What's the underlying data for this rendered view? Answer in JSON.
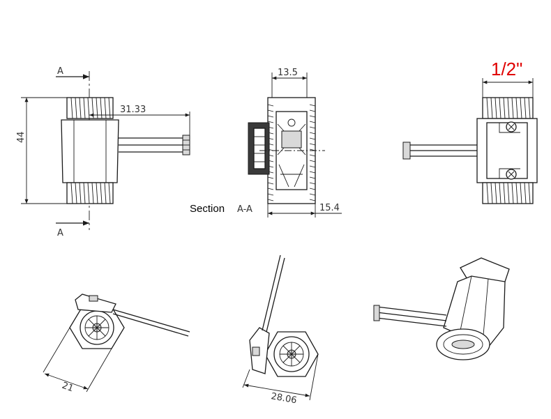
{
  "labels": {
    "section_mark_top": "A",
    "section_mark_bottom": "A",
    "dim_height": "44",
    "dim_wire_offset": "31.33",
    "dim_section_top": "13.5",
    "section_caption_word": "Section",
    "section_caption_id": "A-A",
    "dim_section_bottom": "15.4",
    "thread_size": "1/2\"",
    "dim_iso_left": "21",
    "dim_iso_center": "28.06"
  },
  "colors": {
    "line": "#1a1a1a",
    "thread_size_text": "#e00000",
    "background": "#ffffff"
  }
}
